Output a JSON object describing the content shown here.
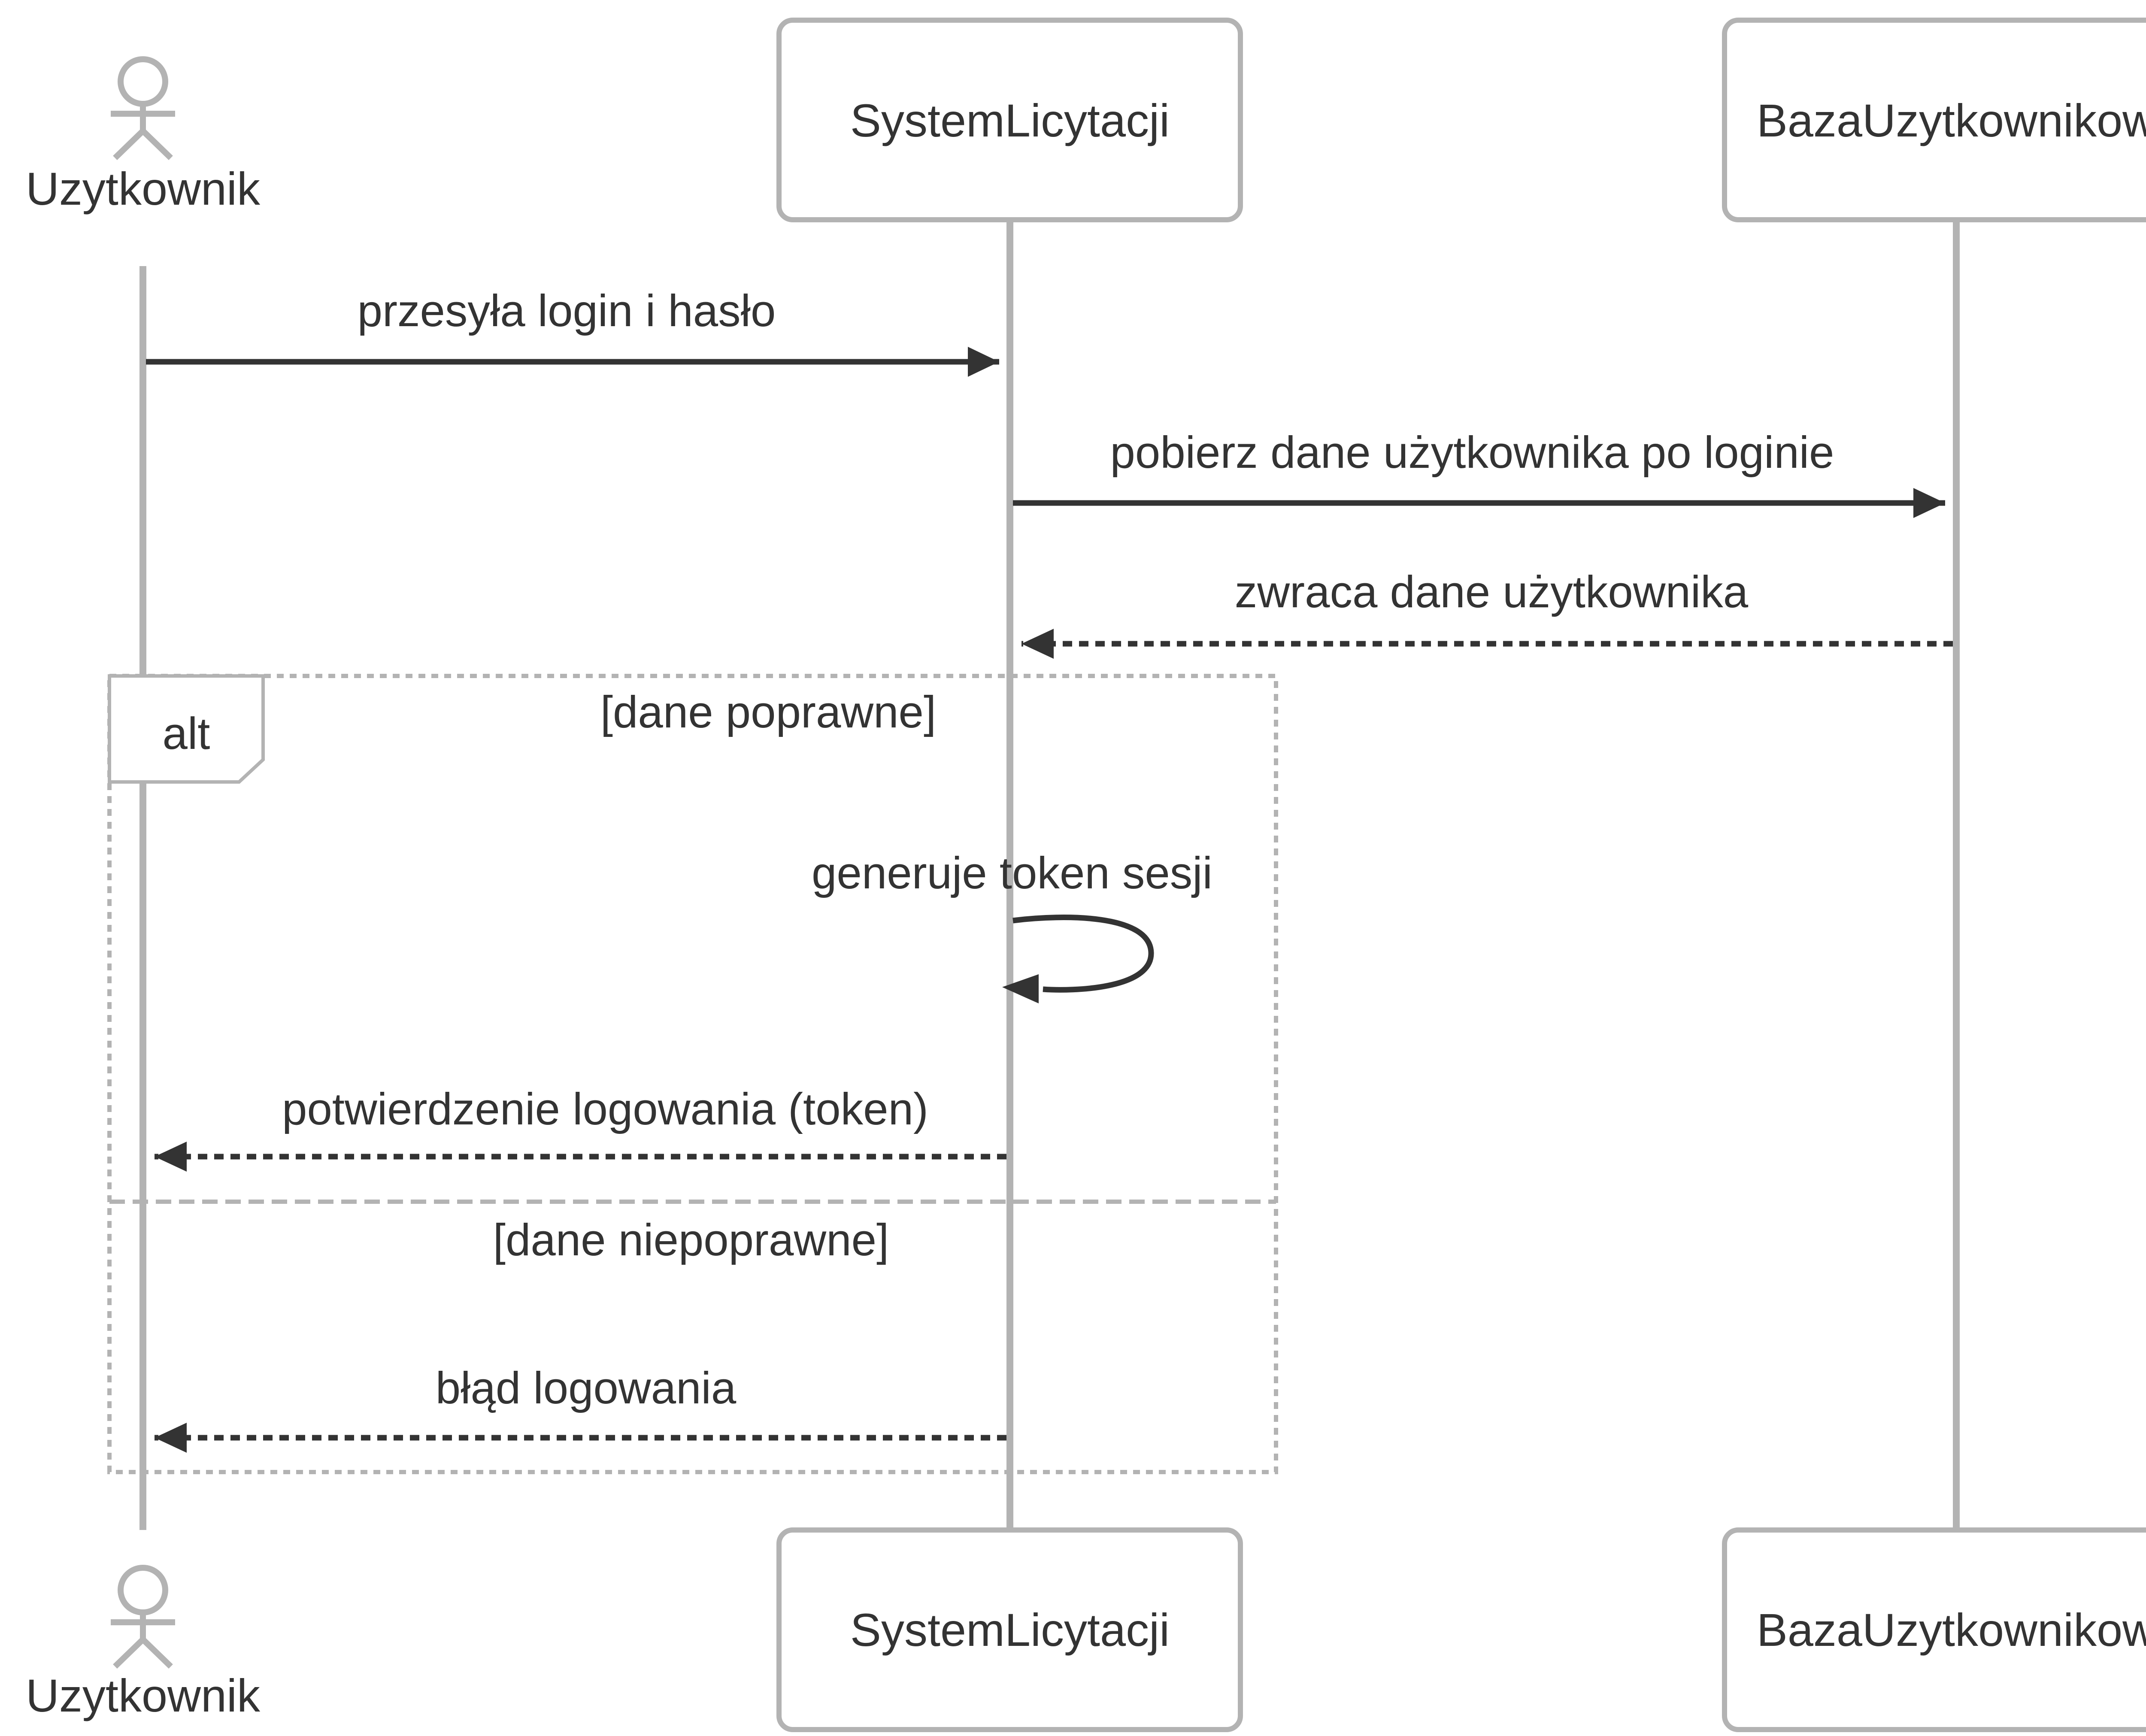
{
  "diagram": {
    "type": "sequence",
    "participants": [
      {
        "id": "user",
        "label": "Uzytkownik",
        "kind": "actor"
      },
      {
        "id": "system",
        "label": "SystemLicytacji",
        "kind": "participant"
      },
      {
        "id": "db",
        "label": "BazaUzytkownikow",
        "kind": "participant"
      }
    ],
    "messages": [
      {
        "from": "user",
        "to": "system",
        "label": "przesyła login i hasło",
        "style": "solid"
      },
      {
        "from": "system",
        "to": "db",
        "label": "pobierz dane użytkownika po loginie",
        "style": "solid"
      },
      {
        "from": "db",
        "to": "system",
        "label": "zwraca dane użytkownika",
        "style": "dashed"
      },
      {
        "from": "system",
        "to": "system",
        "label": "generuje token sesji",
        "style": "solid"
      },
      {
        "from": "system",
        "to": "user",
        "label": "potwierdzenie logowania (token)",
        "style": "dashed"
      },
      {
        "from": "system",
        "to": "user",
        "label": "błąd logowania",
        "style": "dashed"
      }
    ],
    "fragment": {
      "label": "alt",
      "conditions": [
        "[dane poprawne]",
        "[dane niepoprawne]"
      ]
    },
    "colors": {
      "line": "#b3b3b3",
      "arrow": "#333333",
      "text": "#333333",
      "box_fill": "#ffffff"
    }
  }
}
